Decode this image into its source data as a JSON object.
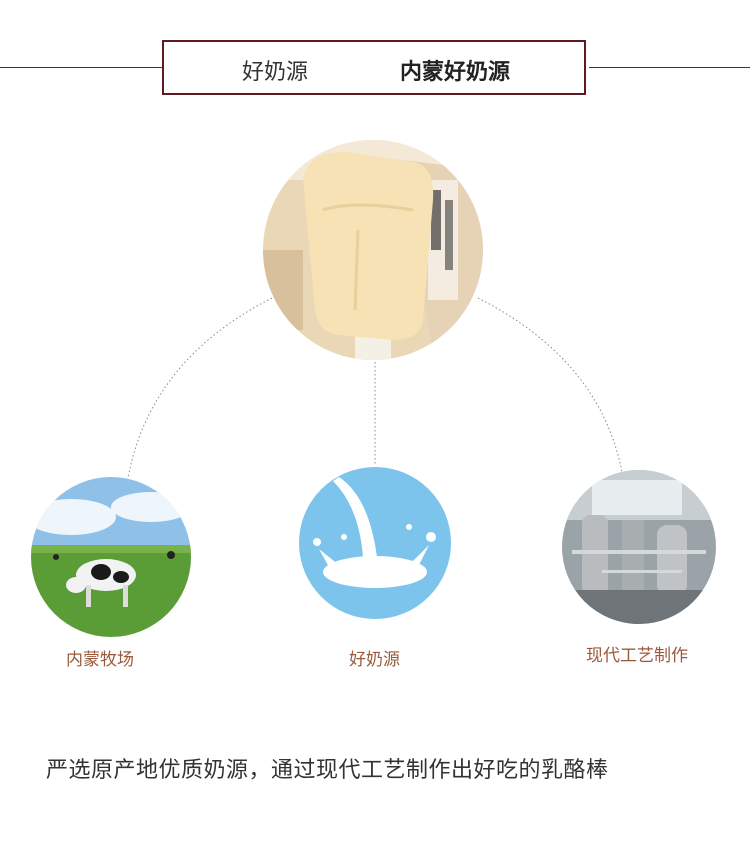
{
  "header": {
    "title_left": "好奶源",
    "title_right": "内蒙好奶源"
  },
  "items": [
    {
      "label": "内蒙牧场",
      "icon": "cow-pasture-photo"
    },
    {
      "label": "好奶源",
      "icon": "milk-splash-photo"
    },
    {
      "label": "现代工艺制作",
      "icon": "factory-equipment-photo"
    }
  ],
  "center_icon": "popsicle-photo",
  "caption": "严选原产地优质奶源，通过现代工艺制作出好吃的乳酪棒",
  "colors": {
    "accent": "#5e1a22",
    "label": "#9a5a3a",
    "milk_bg": "#7cc4ec"
  }
}
